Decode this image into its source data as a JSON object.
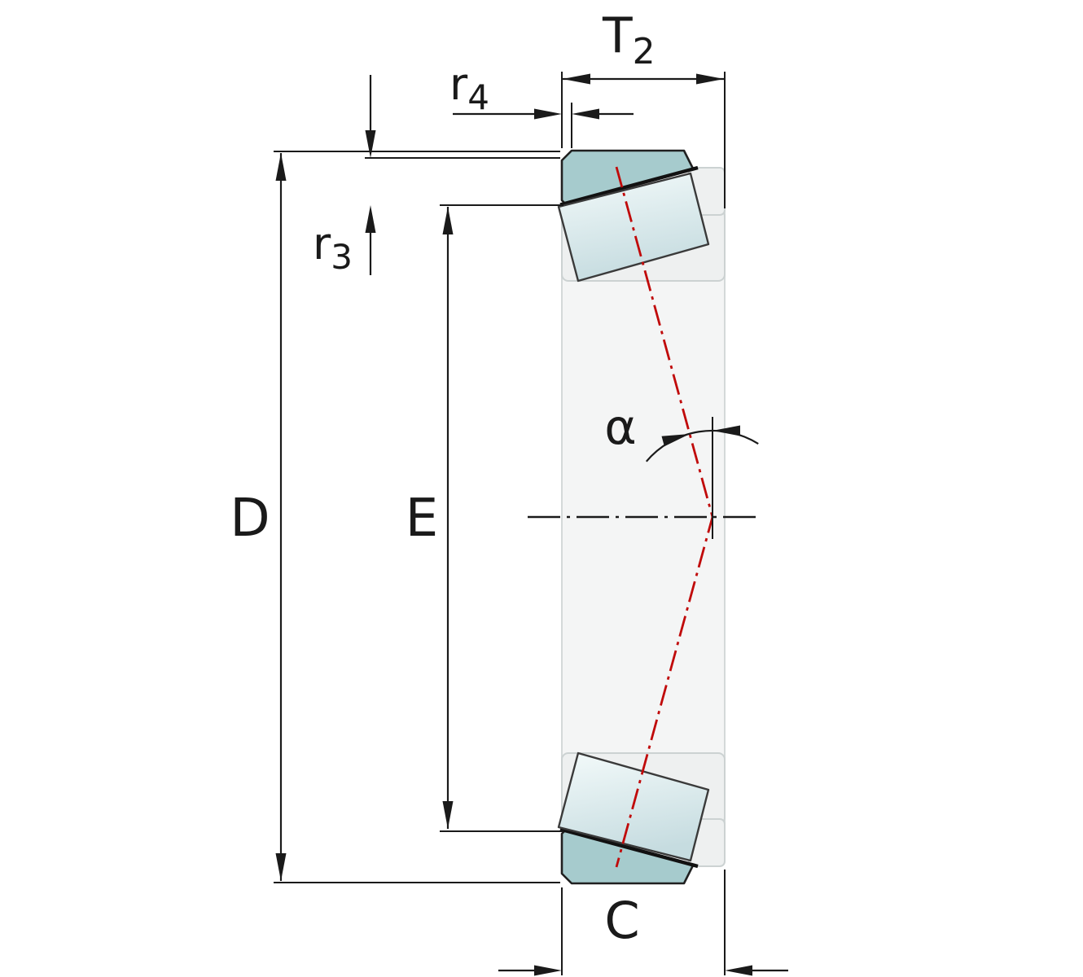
{
  "diagram": {
    "description": "Cross-section engineering drawing of a tapered roller bearing outer ring with rollers and dimension callouts",
    "labels": {
      "t2_main": "T",
      "t2_sub": "2",
      "r4_main": "r",
      "r4_sub": "4",
      "r3_main": "r",
      "r3_sub": "3",
      "outer_diameter": "D",
      "raceway_diameter": "E",
      "contact_angle": "α",
      "width_c": "C"
    },
    "colors": {
      "line": "#1a1a1a",
      "red_centerline": "#c00a0a",
      "ring_fill": "#a6cbcd",
      "roller_light": "#f3fafa",
      "roller_dark": "#c6dce0",
      "ghost_fill": "#f4f5f5",
      "background": "#ffffff"
    }
  }
}
